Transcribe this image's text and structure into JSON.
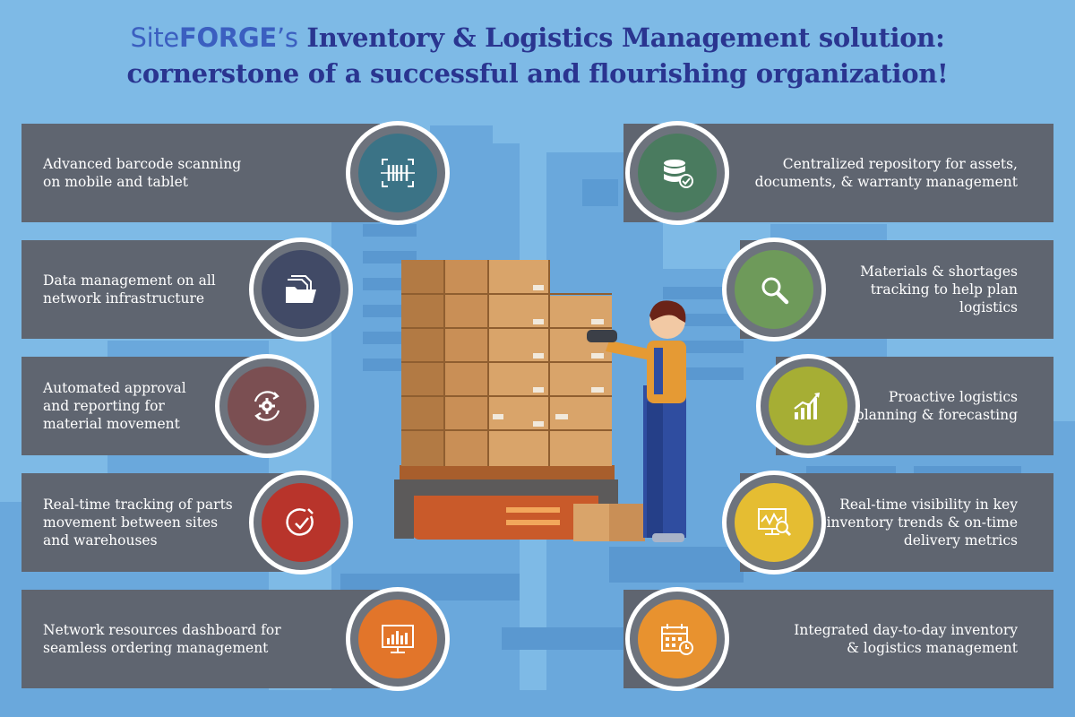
{
  "title": {
    "brand_site": "Site",
    "brand_forge": "FORGE",
    "brand_suffix": "’s",
    "line1_rest": " Inventory & Logistics Management solution:",
    "line2": "cornerstone of a successful and flourishing organization!"
  },
  "features_left": [
    {
      "text": "Advanced barcode scanning\non mobile and tablet",
      "icon": "barcode-scanner-icon",
      "color": "#3b7386"
    },
    {
      "text": "Data management on all\nnetwork infrastructure",
      "icon": "folder-documents-icon",
      "color": "#414a66"
    },
    {
      "text": "Automated approval\nand reporting for\nmaterial movement",
      "icon": "gear-cycle-icon",
      "color": "#7b4f52"
    },
    {
      "text": "Real-time tracking of parts\nmovement between sites\nand warehouses",
      "icon": "stopwatch-check-icon",
      "color": "#b8342b"
    },
    {
      "text": "Network resources dashboard for\nseamless ordering management",
      "icon": "monitor-chart-icon",
      "color": "#e2752a"
    }
  ],
  "features_right": [
    {
      "text": "Centralized repository for assets,\ndocuments, & warranty management",
      "icon": "database-check-icon",
      "color": "#4a7b5f"
    },
    {
      "text": "Materials & shortages\ntracking to help plan\nlogistics",
      "icon": "magnifier-icon",
      "color": "#6e9a5a"
    },
    {
      "text": "Proactive logistics\nplanning & forecasting",
      "icon": "growth-chart-icon",
      "color": "#a6ae34"
    },
    {
      "text": "Real-time visibility in key\ninventory trends & on-time\ndelivery metrics",
      "icon": "monitor-analytics-icon",
      "color": "#e5bd32"
    },
    {
      "text": "Integrated day-to-day inventory\n& logistics management",
      "icon": "calendar-clock-icon",
      "color": "#e8922f"
    }
  ]
}
